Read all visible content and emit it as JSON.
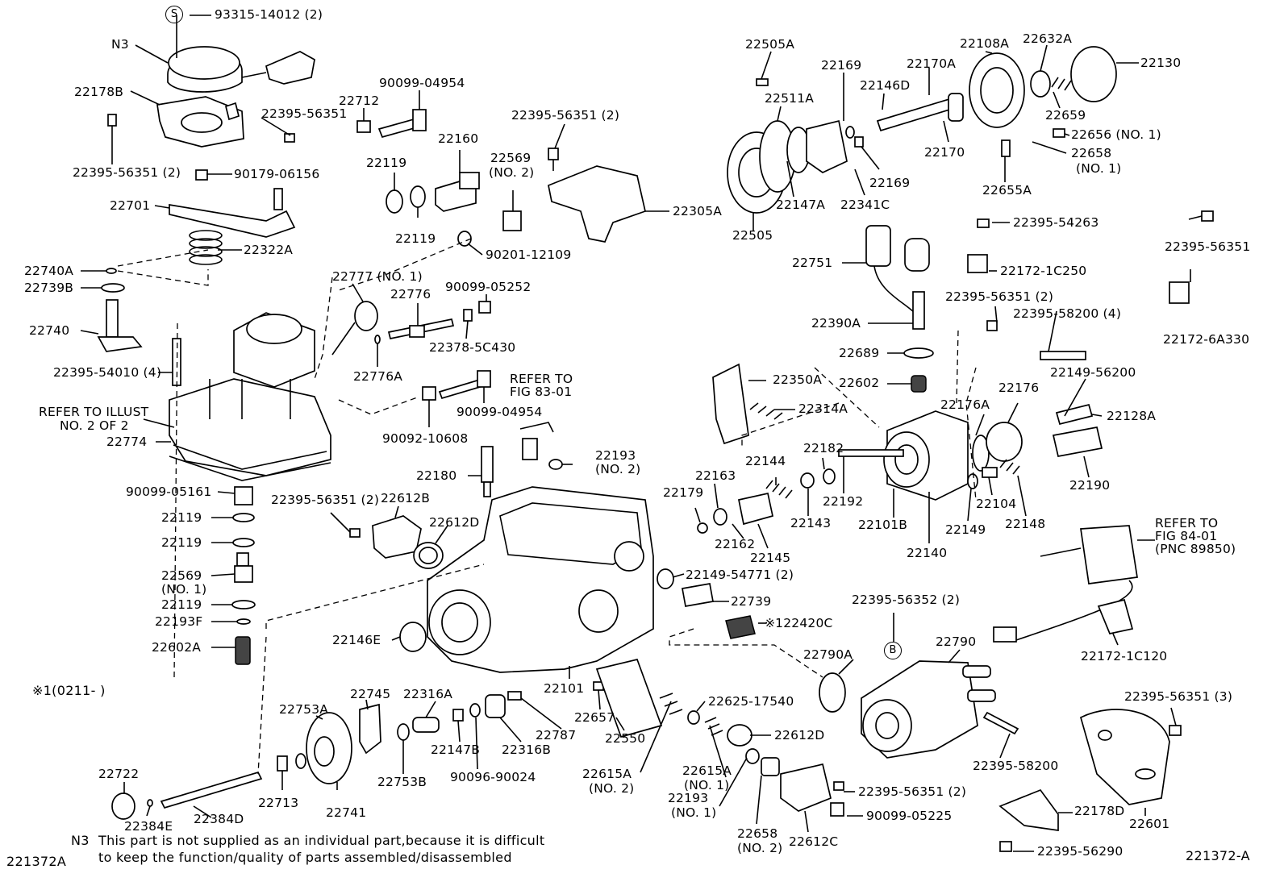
{
  "figure_id_left": "221372A",
  "figure_id_right": "221372-A",
  "note": {
    "code": "N3",
    "line1": "This part is not supplied as an individual part,because it is difficult",
    "line2": "to keep the function/quality of parts assembled/disassembled"
  },
  "date_note": "※1(0211-         )",
  "circle_marks": {
    "s": "S",
    "b": "B"
  },
  "parts": {
    "p93315": "93315-14012 (2)",
    "pN3": "N3",
    "p22178B": "22178B",
    "p22395_56351_a": "22395-56351",
    "p22395_56351_b": "22395-56351 (2)",
    "p90179": "90179-06156",
    "p22701": "22701",
    "p22322A": "22322A",
    "p22740A": "22740A",
    "p22739B": "22739B",
    "p22740": "22740",
    "p22395_54010": "22395-54010 (4)",
    "pRefer1a": "REFER TO ILLUST",
    "pRefer1b": "NO. 2 OF 2",
    "p22774": "22774",
    "p90099_05161": "90099-05161",
    "p22119_a": "22119",
    "p22119_b": "22119",
    "p22569_1": "22569",
    "p22569_1b": "(NO. 1)",
    "p22119_c": "22119",
    "p22193F": "22193F",
    "p22602A": "22602A",
    "p22712": "22712",
    "p90099_04954_a": "90099-04954",
    "p22119_d": "22119",
    "p22160": "22160",
    "p22119_e": "22119",
    "p22569_2": "22569",
    "p22569_2b": "(NO. 2)",
    "p90201": "90201-12109",
    "p22395_56351_c": "22395-56351 (2)",
    "p22305A": "22305A",
    "p22777": "22777 (NO. 1)",
    "p22776": "22776",
    "p90099_05252": "90099-05252",
    "p22378": "22378-5C430",
    "p22776A": "22776A",
    "pRefer2a": "REFER TO",
    "pRefer2b": "FIG 83-01",
    "p90099_04954_b": "90099-04954",
    "p90092": "90092-10608",
    "p22193_2": "22193",
    "p22193_2b": "(NO. 2)",
    "p22180": "22180",
    "p22395_56351_d": "22395-56351 (2)",
    "p22612B": "22612B",
    "p22612D_a": "22612D",
    "p22505A": "22505A",
    "p22169_a": "22169",
    "p22511A": "22511A",
    "p22170A": "22170A",
    "p22108A": "22108A",
    "p22632A": "22632A",
    "p22130": "22130",
    "p22146D": "22146D",
    "p22659": "22659",
    "p22170": "22170",
    "p22169_b": "22169",
    "p22656": "22656 (NO. 1)",
    "p22658_1": "22658",
    "p22658_1b": "(NO. 1)",
    "p22147A": "22147A",
    "p22341C": "22341C",
    "p22505": "22505",
    "p22655A": "22655A",
    "p22395_54263": "22395-54263",
    "p22751": "22751",
    "p22172_1C250": "22172-1C250",
    "p22395_56351_e": "22395-56351 (2)",
    "p22390A": "22390A",
    "p22395_58200_4": "22395-58200 (4)",
    "p22395_56351_f": "22395-56351",
    "p22172_6A330": "22172-6A330",
    "p22689": "22689",
    "p22602": "22602",
    "p22350A": "22350A",
    "p22314A": "22314A",
    "p22176A": "22176A",
    "p22176": "22176",
    "p22149_56200": "22149-56200",
    "p22128A": "22128A",
    "p22190": "22190",
    "p22144": "22144",
    "p22182": "22182",
    "p22163": "22163",
    "p22179": "22179",
    "p22143": "22143",
    "p22192": "22192",
    "p22101B": "22101B",
    "p22140": "22140",
    "p22149": "22149",
    "p22104": "22104",
    "p22148": "22148",
    "p22162": "22162",
    "p22145": "22145",
    "pRefer3a": "REFER TO",
    "pRefer3b": "FIG 84-01",
    "pRefer3c": "(PNC 89850)",
    "p22149_54771": "22149-54771 (2)",
    "p22739": "22739",
    "p122420C": "※122420C",
    "p22395_56352": "22395-56352 (2)",
    "p22790A": "22790A",
    "p22790": "22790",
    "p22172_1C120": "22172-1C120",
    "p22146E": "22146E",
    "p22101": "22101",
    "p22745": "22745",
    "p22316A": "22316A",
    "p22753A": "22753A",
    "p22657": "22657",
    "p22625": "22625-17540",
    "p22787": "22787",
    "p22550": "22550",
    "p22147B": "22147B",
    "p22316B": "22316B",
    "p22612D_b": "22612D",
    "p22395_58200": "22395-58200",
    "p22395_56351_g": "22395-56351 (3)",
    "p22722": "22722",
    "p22753B": "22753B",
    "p90096": "90096-90024",
    "p22615A_2": "22615A",
    "p22615A_2b": "(NO. 2)",
    "p22615A_1": "22615A",
    "p22615A_1b": "(NO. 1)",
    "p22193_1": "22193",
    "p22193_1b": "(NO. 1)",
    "p22395_56351_h": "22395-56351 (2)",
    "p22384E": "22384E",
    "p22384D": "22384D",
    "p22713": "22713",
    "p22741": "22741",
    "p22658_2": "22658",
    "p22658_2b": "(NO. 2)",
    "p22612C": "22612C",
    "p90099_05225": "90099-05225",
    "p22178D": "22178D",
    "p22601": "22601",
    "p22395_56290": "22395-56290"
  }
}
